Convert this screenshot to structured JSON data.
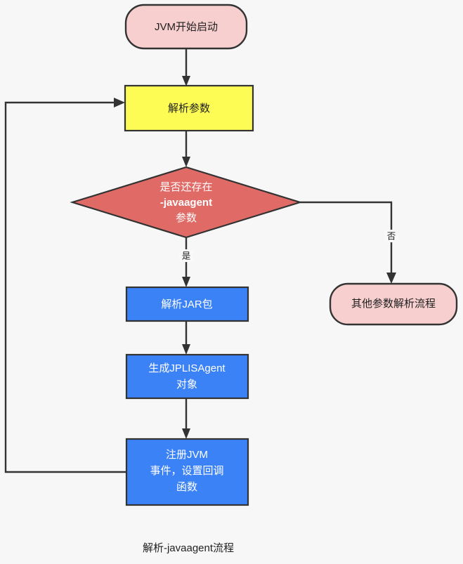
{
  "diagram": {
    "type": "flowchart",
    "caption": "解析-javaagent流程",
    "background_color": "#f7f7f7",
    "colors": {
      "terminator_fill": "#f7cfcf",
      "process_yellow_fill": "#fcfc54",
      "process_blue_fill": "#3b82f6",
      "decision_fill": "#e06b66",
      "stroke": "#333333",
      "text_dark": "#1f1f1f",
      "text_light": "#ffffff"
    },
    "nodes": [
      {
        "id": "start",
        "shape": "terminator",
        "label": "JVM开始启动",
        "text_color": "#1f1f1f",
        "fill": "#f7cfcf"
      },
      {
        "id": "parse-args",
        "shape": "process",
        "label": "解析参数",
        "text_color": "#1f1f1f",
        "fill": "#fcfc54"
      },
      {
        "id": "has-javaagent",
        "shape": "decision",
        "label_line1": "是否还存在",
        "label_line2": "-javaagent",
        "label_line3": "参数",
        "text_color": "#ffffff",
        "fill": "#e06b66"
      },
      {
        "id": "parse-jar",
        "shape": "process",
        "label": "解析JAR包",
        "text_color": "#ffffff",
        "fill": "#3b82f6"
      },
      {
        "id": "create-jplisagent",
        "shape": "process",
        "label_line1": "生成JPLISAgent",
        "label_line2": "对象",
        "text_color": "#ffffff",
        "fill": "#3b82f6"
      },
      {
        "id": "register-jvm-events",
        "shape": "process",
        "label_line1": "注册JVM",
        "label_line2": "事件，设置回调",
        "label_line3": "函数",
        "text_color": "#ffffff",
        "fill": "#3b82f6"
      },
      {
        "id": "other-args-flow",
        "shape": "terminator",
        "label": "其他参数解析流程",
        "text_color": "#1f1f1f",
        "fill": "#f7cfcf"
      }
    ],
    "edges": [
      {
        "id": "e-start-parse",
        "from": "start",
        "to": "parse-args",
        "label": ""
      },
      {
        "id": "e-parse-decide",
        "from": "parse-args",
        "to": "has-javaagent",
        "label": ""
      },
      {
        "id": "e-decide-yes",
        "from": "has-javaagent",
        "to": "parse-jar",
        "label": "是"
      },
      {
        "id": "e-decide-no",
        "from": "has-javaagent",
        "to": "other-args-flow",
        "label": "否"
      },
      {
        "id": "e-jar-agent",
        "from": "parse-jar",
        "to": "create-jplisagent",
        "label": ""
      },
      {
        "id": "e-agent-register",
        "from": "create-jplisagent",
        "to": "register-jvm-events",
        "label": ""
      },
      {
        "id": "e-register-loopback",
        "from": "register-jvm-events",
        "to": "parse-args",
        "label": ""
      }
    ]
  }
}
